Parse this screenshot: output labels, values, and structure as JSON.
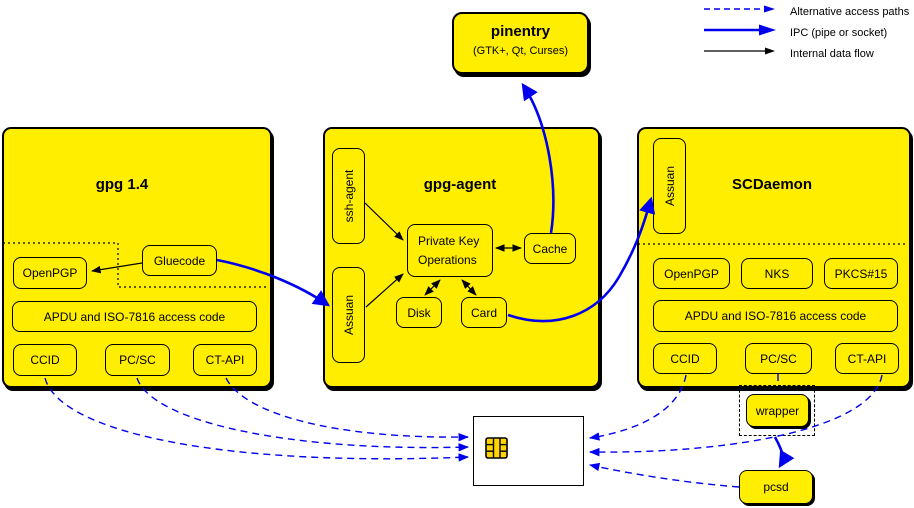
{
  "colors": {
    "box_yellow": "#ffee00",
    "line_blue": "#0000ee",
    "line_black": "#000000",
    "chip_gold": "#ffd400",
    "page_bg": "#ffffff"
  },
  "legend": {
    "items": [
      {
        "label": "Alternative access paths",
        "style": "dashed-blue-arrow"
      },
      {
        "label": "IPC (pipe or socket)",
        "style": "solid-blue-arrow"
      },
      {
        "label": "Internal data flow",
        "style": "solid-black-arrow"
      }
    ]
  },
  "pinentry": {
    "title": "pinentry",
    "subtitle": "(GTK+, Qt, Curses)"
  },
  "gpg14": {
    "title": "gpg 1.4",
    "openpgp": "OpenPGP",
    "gluecode": "Gluecode",
    "apdu": "APDU and ISO-7816 access code",
    "ccid": "CCID",
    "pcsc": "PC/SC",
    "ctapi": "CT-API"
  },
  "gpgagent": {
    "title": "gpg-agent",
    "sshagent": "ssh-agent",
    "assuan": "Assuan",
    "pko_line1": "Private Key",
    "pko_line2": "Operations",
    "cache": "Cache",
    "disk": "Disk",
    "card": "Card"
  },
  "scdaemon": {
    "title": "SCDaemon",
    "assuan": "Assuan",
    "openpgp": "OpenPGP",
    "nks": "NKS",
    "pkcs15": "PKCS#15",
    "apdu": "APDU and ISO-7816 access code",
    "ccid": "CCID",
    "pcsc": "PC/SC",
    "ctapi": "CT-API"
  },
  "wrapper": {
    "label": "wrapper"
  },
  "pcsd": {
    "label": "pcsd"
  }
}
